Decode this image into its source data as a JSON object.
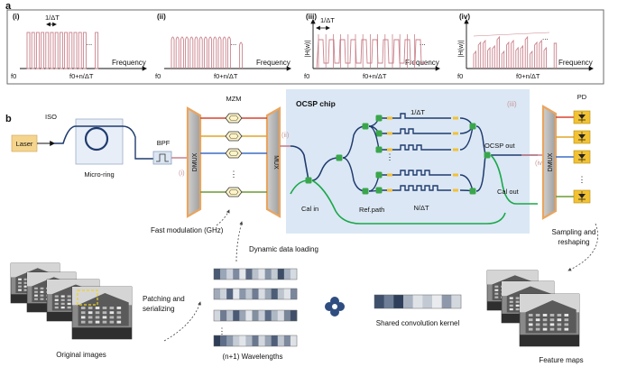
{
  "panel_a": {
    "label": "a",
    "plots": [
      {
        "roman": "(i)",
        "xlabel": "Frequency",
        "tick_start": "f0",
        "tick_end": "f0+n/ΔT",
        "ylabel": "",
        "annotation": "1/ΔT",
        "dots": "..."
      },
      {
        "roman": "(ii)",
        "xlabel": "Frequency",
        "tick_start": "f0",
        "tick_end": "f0+n/ΔT",
        "ylabel": "",
        "annotation": "",
        "dots": "..."
      },
      {
        "roman": "(iii)",
        "xlabel": "Frequency",
        "tick_start": "f0",
        "tick_end": "f0+n/ΔT",
        "ylabel": "|H(w)|",
        "annotation": "1/ΔT",
        "dots": "..."
      },
      {
        "roman": "(iv)",
        "xlabel": "Frequency",
        "tick_start": "f0",
        "tick_end": "f0+n/ΔT",
        "ylabel": "|H(w)|",
        "annotation": "",
        "dots": "..."
      }
    ]
  },
  "panel_b": {
    "label": "b",
    "laser": "Laser",
    "iso": "ISO",
    "microring": "Micro-ring",
    "bpf": "BPF",
    "dmux": "DMUX",
    "mux": "MUX",
    "mzm": "MZM",
    "stage_i": "(i)",
    "stage_ii": "(ii)",
    "stage_iii": "(iii)",
    "stage_iv": "(iv)",
    "chip_title": "OCSP chip",
    "delay_short": "1/ΔT",
    "delay_long": "N/ΔT",
    "cal_in": "Cal in",
    "ref_path": "Ref.path",
    "ocsp_out": "OCSP out",
    "cal_out": "Cal out",
    "pd": "PD",
    "dmux_out": "DMUX",
    "fast_modulation": "Fast modulation (GHz)",
    "dynamic_loading": "Dynamic data loading",
    "sampling": "Sampling and",
    "reshaping": "reshaping",
    "patching": "Patching and",
    "serializing": "serializing",
    "original_images": "Original images",
    "wavelengths": "(n+1) Wavelengths",
    "shared_kernel": "Shared convolution kernel",
    "feature_maps": "Feature maps",
    "vdots": "⋮"
  },
  "colors": {
    "comb": "#c9818b",
    "chip_bg": "#dbe7f4",
    "waveguide": "#1f3b6e",
    "coupler": "#3aa64b",
    "cal_path": "#1aa84a",
    "laser_box": "#f5d58e",
    "pd_box": "#f2c233",
    "mux_gray": "#b9b9b9",
    "mux_orange": "#e9a560",
    "stage_label": "#c79a9e",
    "mzm_lines": [
      "#d8442f",
      "#e0a52a",
      "#3d6fc4",
      "#6b9b35"
    ]
  }
}
